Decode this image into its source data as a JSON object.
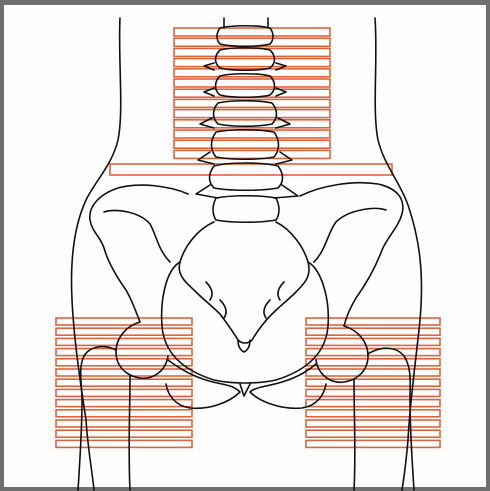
{
  "figure": {
    "background": "#6f6f6f",
    "paper": "#fefefe",
    "line_color": "#111111",
    "stripe_color": "#e0633a",
    "stripe_groups": [
      {
        "name": "lumbar-stripes",
        "count": 13
      },
      {
        "name": "iliac-crest-stripe",
        "count": 1
      },
      {
        "name": "right-hip-stripes",
        "count": 13
      },
      {
        "name": "left-hip-stripes",
        "count": 13
      }
    ]
  }
}
